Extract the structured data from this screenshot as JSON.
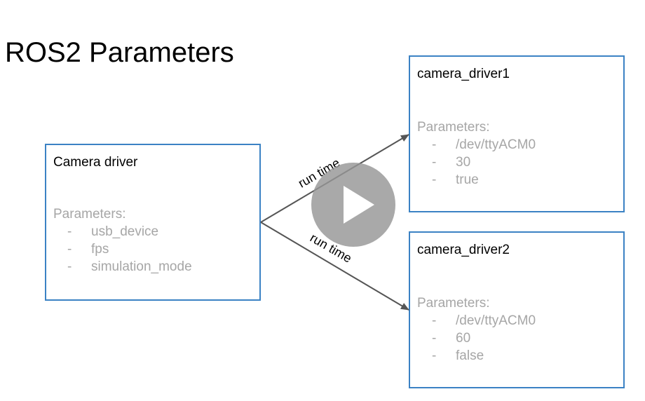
{
  "slide": {
    "title": "ROS2 Parameters",
    "accent_color": "#3b82c4",
    "muted_text_color": "#a6a6a6",
    "source": {
      "name": "Camera driver",
      "params_label": "Parameters:",
      "bullet": "-",
      "params": [
        "usb_device",
        "fps",
        "simulation_mode"
      ]
    },
    "targets": [
      {
        "name": "camera_driver1",
        "params_label": "Parameters:",
        "bullet": "-",
        "params": [
          "/dev/ttyACM0",
          "30",
          "true"
        ]
      },
      {
        "name": "camera_driver2",
        "params_label": "Parameters:",
        "bullet": "-",
        "params": [
          "/dev/ttyACM0",
          "60",
          "false"
        ]
      }
    ],
    "arrows": [
      {
        "label": "run time"
      },
      {
        "label": "run time"
      }
    ]
  },
  "video": {
    "play_icon": "play-icon"
  }
}
